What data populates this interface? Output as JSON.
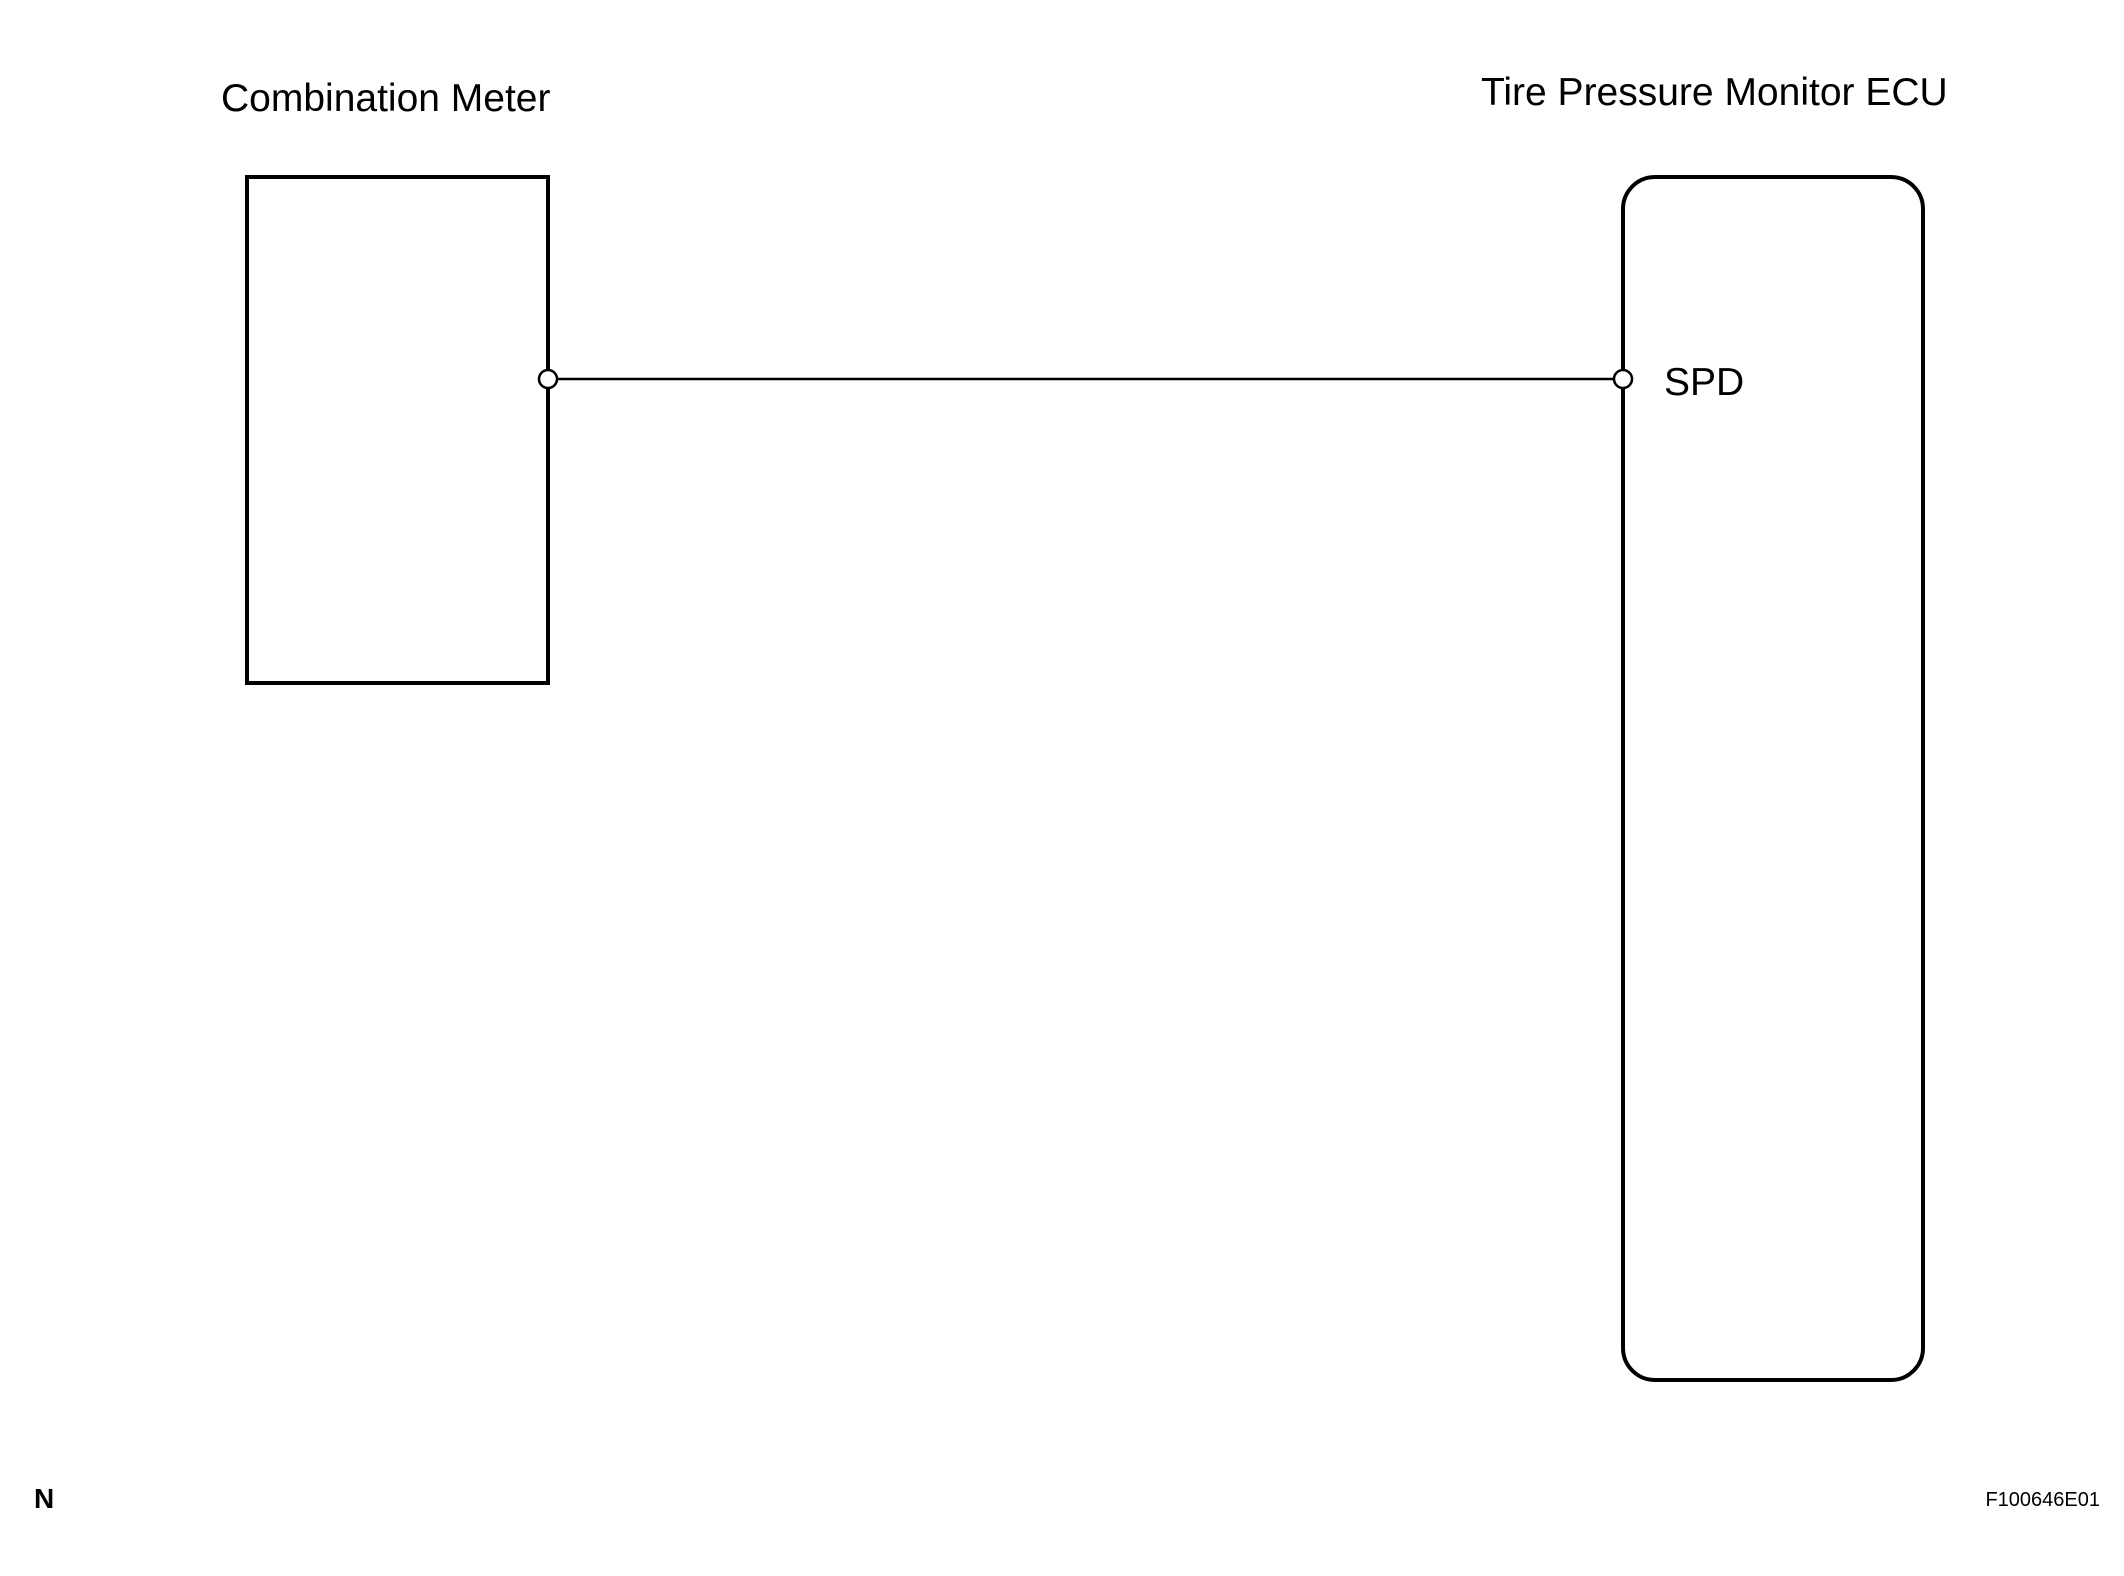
{
  "diagram": {
    "components": [
      {
        "id": "combination_meter",
        "label": "Combination Meter"
      },
      {
        "id": "tpm_ecu",
        "label": "Tire Pressure Monitor ECU"
      }
    ],
    "pins": [
      {
        "component": "tpm_ecu",
        "label": "SPD"
      }
    ],
    "connections": [
      {
        "from": "combination_meter",
        "to": "tpm_ecu.SPD"
      }
    ],
    "corner_letter": "N",
    "figure_id": "F100646E01",
    "colors": {
      "line": "#000000",
      "background": "#ffffff"
    }
  }
}
